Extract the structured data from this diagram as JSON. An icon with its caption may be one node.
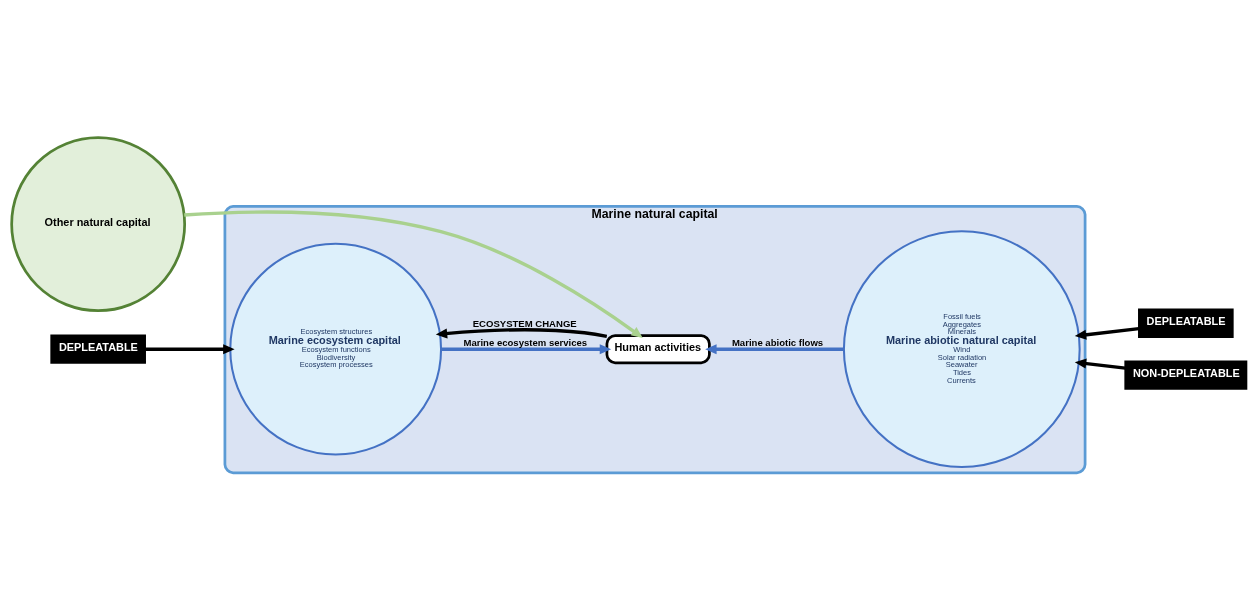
{
  "diagram": {
    "nodes": [
      {
        "text": [
          "Marine natural capital"
        ]
      },
      {
        "text": [
          "Ecosystem structures",
          "Marine ecosystem capital",
          "Ecosystem functions",
          "Biodiversity",
          "Ecosystem processes"
        ],
        "in": 0
      },
      {
        "text": [
          "Human activities"
        ],
        "in": 0
      },
      {
        "text": [
          "Fossil fuels",
          "Aggregates",
          "Minerals",
          "Marine abiotic natural capital",
          "Wind",
          "Solar radiation",
          "Seawater",
          "Tides",
          "Currents"
        ],
        "in": 0
      },
      {
        "text": [
          "DEPLEATABLE"
        ]
      },
      {
        "text": [
          "DEPLEATABLE"
        ]
      },
      {
        "text": [
          "NON-DEPLEATABLE"
        ]
      },
      {
        "text": [
          "Other natural capital"
        ]
      }
    ],
    "edges": [
      {
        "from": 4,
        "to": 1,
        "arrow": "to"
      },
      {
        "from": 1,
        "to": 2,
        "arrow": "to",
        "label": "Marine ecosystem services",
        "color": "#4472c4"
      },
      {
        "from": 3,
        "to": 2,
        "arrow": "to",
        "label": "Marine abiotic flows",
        "color": "#4472c4"
      },
      {
        "from": 5,
        "to": 3,
        "arrow": "to"
      },
      {
        "from": 6,
        "to": 3,
        "arrow": "to"
      },
      {
        "from": 7,
        "to": 2,
        "arrow": "to",
        "color": "#a9d18e"
      },
      {
        "from": 2,
        "to": 1,
        "arrow": "to",
        "label": "ECOSYSTEM CHANGE"
      }
    ]
  }
}
